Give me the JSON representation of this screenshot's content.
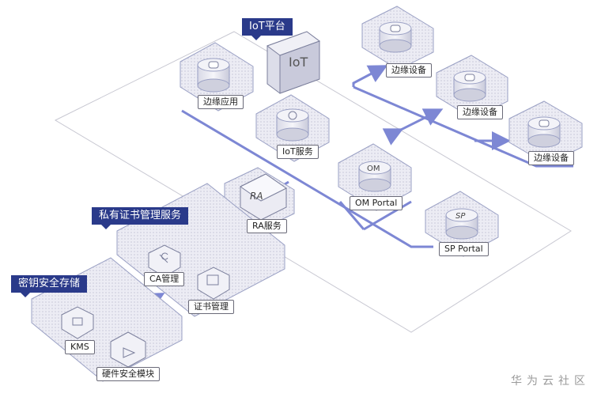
{
  "titles": {
    "iot_platform": "IoT平台",
    "private_ca": "私有证书管理服务",
    "key_storage": "密钥安全存储"
  },
  "nodes": {
    "edge_app": "边缘应用",
    "iot_service": "IoT服务",
    "om_portal": "OM Portal",
    "sp_portal": "SP Portal",
    "ra_service": "RA服务",
    "edge_device_1": "边缘设备",
    "edge_device_2": "边缘设备",
    "edge_device_3": "边缘设备",
    "ca_mgmt": "CA管理",
    "cert_mgmt": "证书管理",
    "kms": "KMS",
    "hsm": "硬件安全模块"
  },
  "icons": {
    "iot_wall": "IoT",
    "ra": "RA",
    "om": "OM",
    "sp": "SP"
  },
  "watermark": "华为云社区"
}
